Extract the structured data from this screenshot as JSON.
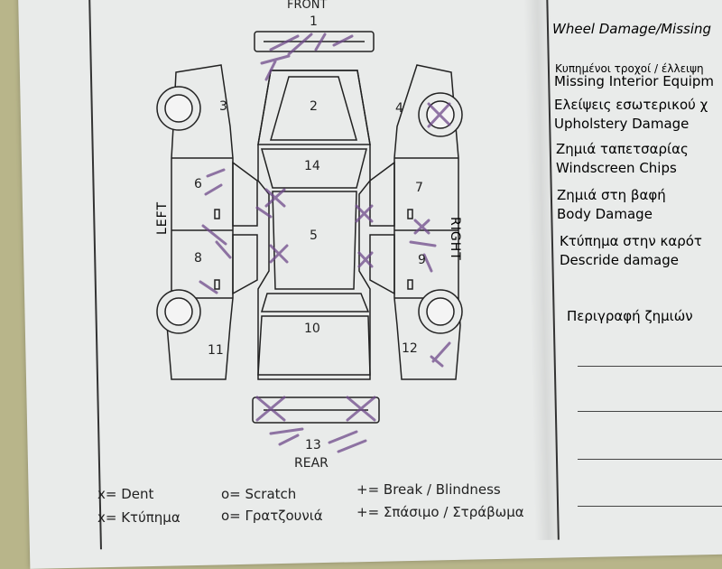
{
  "diagram": {
    "front_label": "FRONT",
    "rear_label": "REAR",
    "left_label": "LEFT",
    "right_label": "RIGHT",
    "regions": [
      "1",
      "2",
      "3",
      "4",
      "6",
      "7",
      "14",
      "5",
      "8",
      "9",
      "10",
      "11",
      "12",
      "13"
    ]
  },
  "legend": {
    "row1": [
      "x= Dent",
      "o= Scratch",
      "+= Break / Blindness"
    ],
    "row2": [
      "x= Κτύπημα",
      "o= Γρατζουνιά",
      "+= Σπάσιμο / Στράβωμα"
    ]
  },
  "right_column": {
    "header": "Wheel Damage/Missing",
    "items": [
      "Κυπημένοι τροχοί / έλλειψη",
      "Missing Interior Equipm",
      "Ελείψεις εσωτερικού χ",
      "Upholstery Damage",
      "Ζημιά ταπετσαρίας",
      "Windscreen Chips",
      "Ζημιά στη βαφή",
      "Body Damage",
      "Κτύπημα στην καρότ",
      "Descride damage"
    ],
    "damage_description_label": "Περιγραφή ζημιών"
  },
  "colors": {
    "paper": "#e9ebea",
    "background": "#b8b58a",
    "ink": "#222222",
    "pen_marks": "#6f4a8a"
  }
}
